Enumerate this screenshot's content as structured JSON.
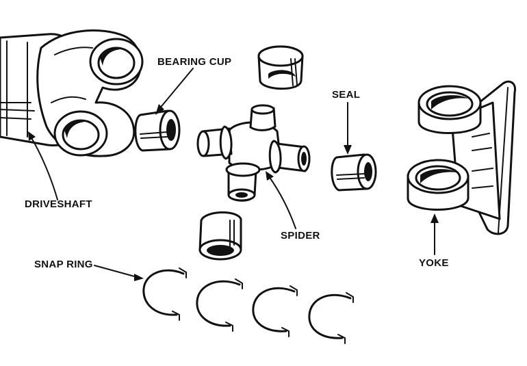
{
  "labels": {
    "bearing_cup": "BEARING CUP",
    "seal": "SEAL",
    "driveshaft": "DRIVESHAFT",
    "spider": "SPIDER",
    "snap_ring": "SNAP RING",
    "yoke": "YOKE"
  },
  "colors": {
    "ink": "#111111",
    "background": "#ffffff"
  }
}
